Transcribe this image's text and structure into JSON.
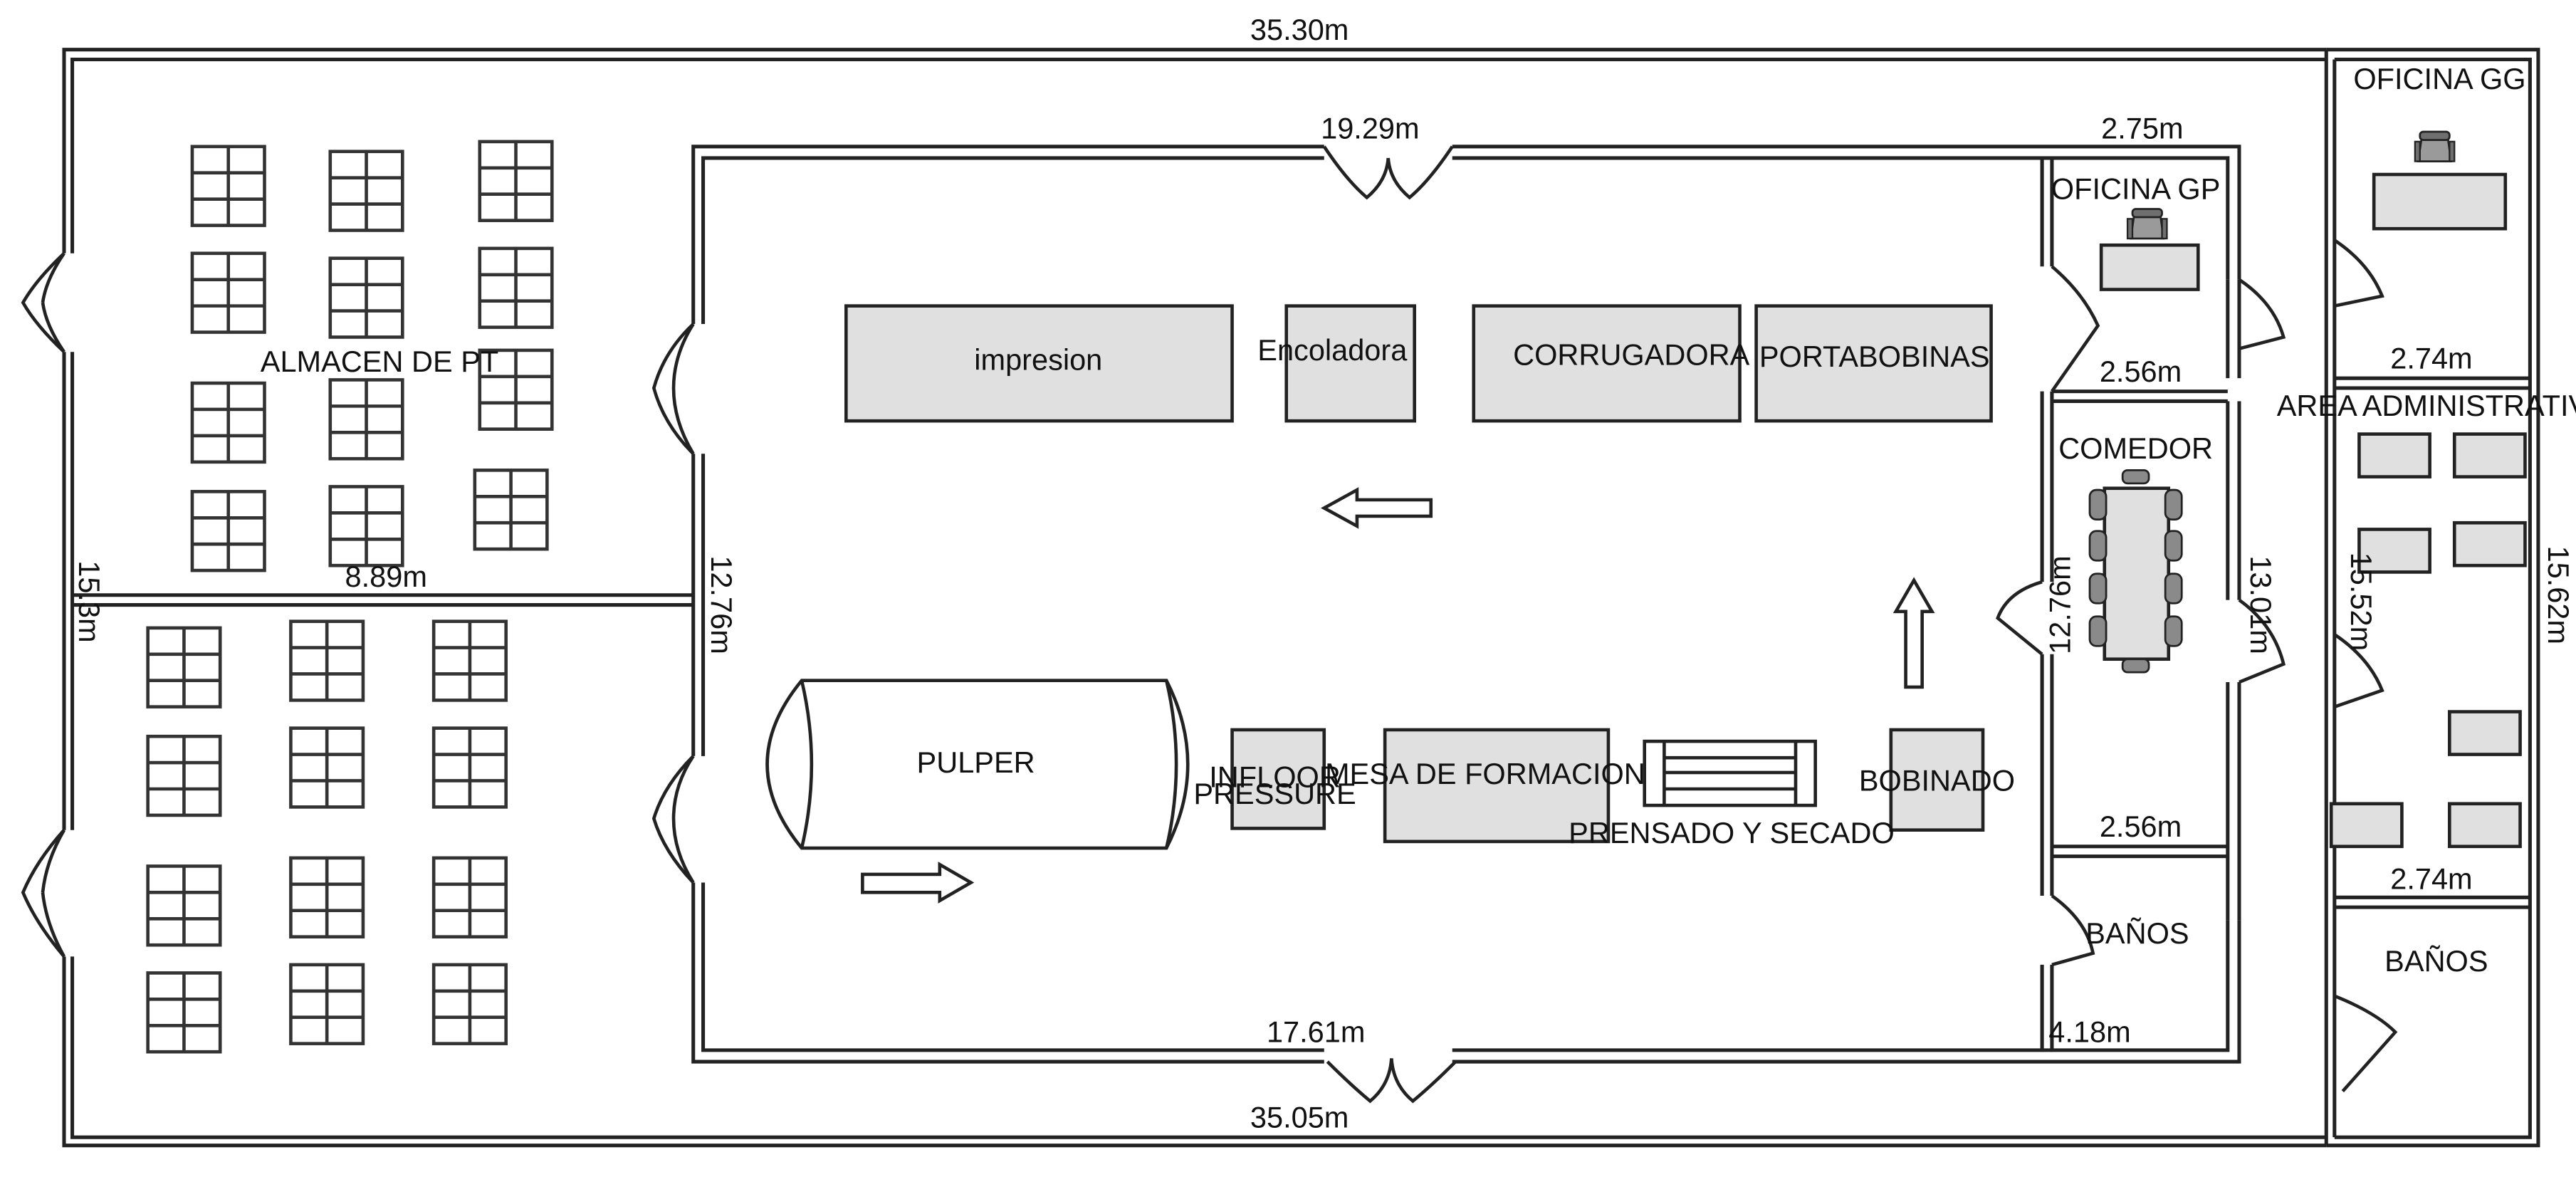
{
  "plan": {
    "dim_top": "35.30m",
    "dim_bottom": "35.05m",
    "dim_left_outer": "15.3m",
    "dim_right_outer": "15.62m"
  },
  "warehouse": {
    "label": "ALMACEN DE PT",
    "dim_width": "8.89m"
  },
  "production": {
    "dim_top": "19.29m",
    "dim_bottom": "17.61m",
    "dim_left": "12.76m",
    "machines": {
      "impresion": "impresion",
      "encoladora": "Encoladora",
      "corrugadora": "CORRUGADORA",
      "portabobinas": "PORTABOBINAS",
      "pulper": "PULPER",
      "infloor_line1": "INFLOOR",
      "infloor_line2": "PRESSURE",
      "mesa": "MESA DE FORMACION",
      "prensado": "PRENSADO Y SECADO",
      "bobinado": "BOBINADO"
    }
  },
  "side_rooms": {
    "oficina_gp": "OFICINA GP",
    "oficina_gp_dim_top": "2.75m",
    "oficina_gp_dim_bottom": "2.56m",
    "comedor": "COMEDOR",
    "comedor_dim_bottom": "2.56m",
    "comedor_dim_left": "12.76m",
    "comedor_dim_right": "13.01m",
    "banos": "BAÑOS",
    "banos_dim": "4.18m"
  },
  "admin": {
    "oficina_gg": "OFICINA GG",
    "oficina_gg_dim": "2.74m",
    "area_admin": "AREA ADMINISTRATIVA",
    "area_admin_dim_bottom": "2.74m",
    "area_admin_dim_left": "15.52m",
    "banos": "BAÑOS"
  }
}
